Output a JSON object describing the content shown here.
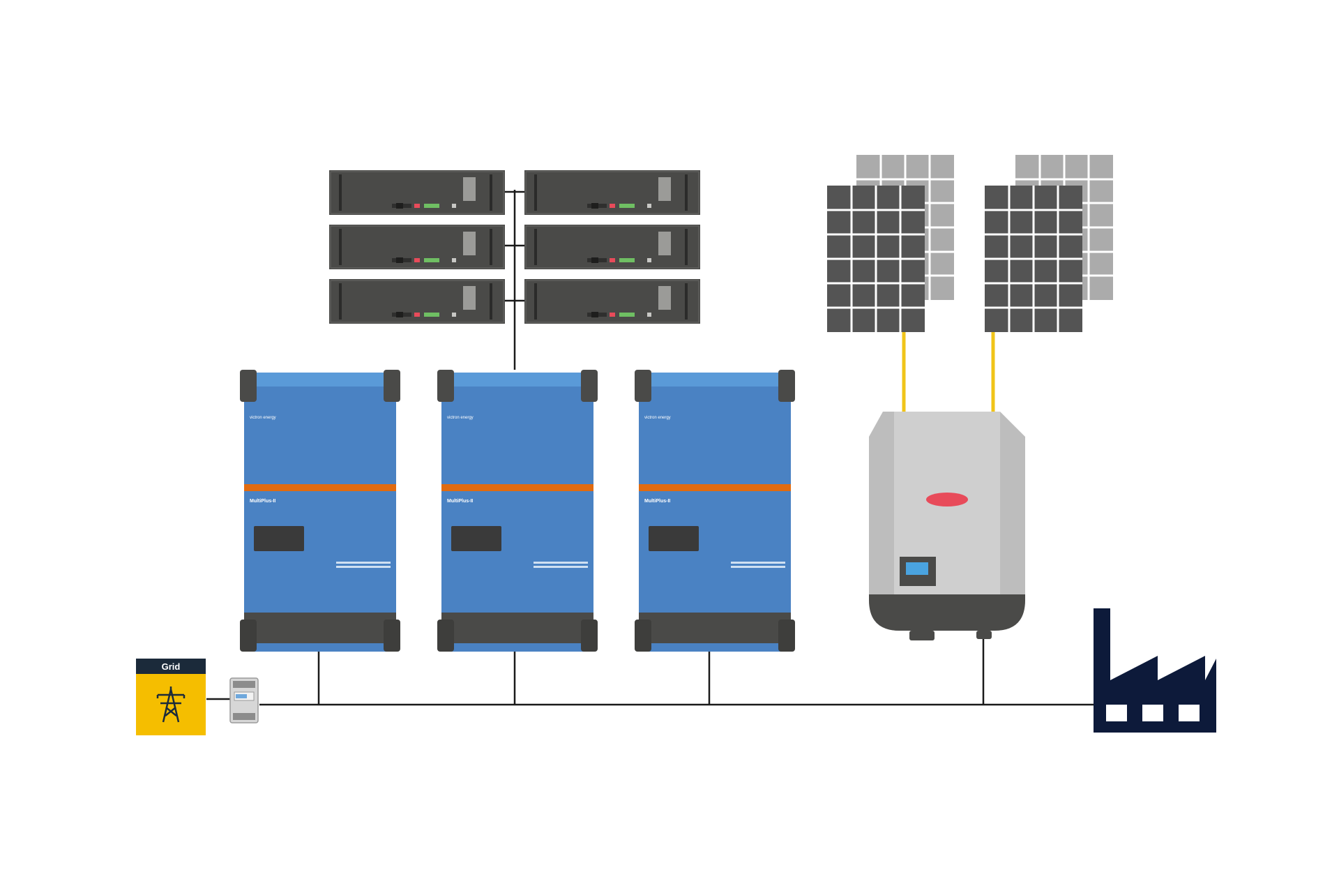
{
  "grid_box": {
    "label": "Grid",
    "header_color": "#1b2a3a",
    "body_color": "#f5be00",
    "icon": "power-pylon-icon"
  },
  "energy_meter": {
    "icon": "energy-meter-icon"
  },
  "batteries": {
    "count": 6,
    "icon": "battery-module-icon",
    "body_color": "#4a4a48"
  },
  "inverter_chargers": {
    "count": 3,
    "brand_text": "victron energy",
    "model_label": "MultiPlus-II",
    "body_color": "#4a82c3",
    "stripe_color": "#e06b10"
  },
  "solar": {
    "array_count": 2,
    "icon": "solar-panel-icon",
    "cable_color": "#f0c419"
  },
  "pv_inverter": {
    "icon": "pv-inverter-icon",
    "body_color": "#bdbdbd",
    "logo_color": "#e84b5a",
    "display_color": "#4aa3df"
  },
  "load": {
    "icon": "factory-icon",
    "color": "#0d1a3a"
  },
  "ac_bus": {
    "color": "#1a1a1a"
  }
}
